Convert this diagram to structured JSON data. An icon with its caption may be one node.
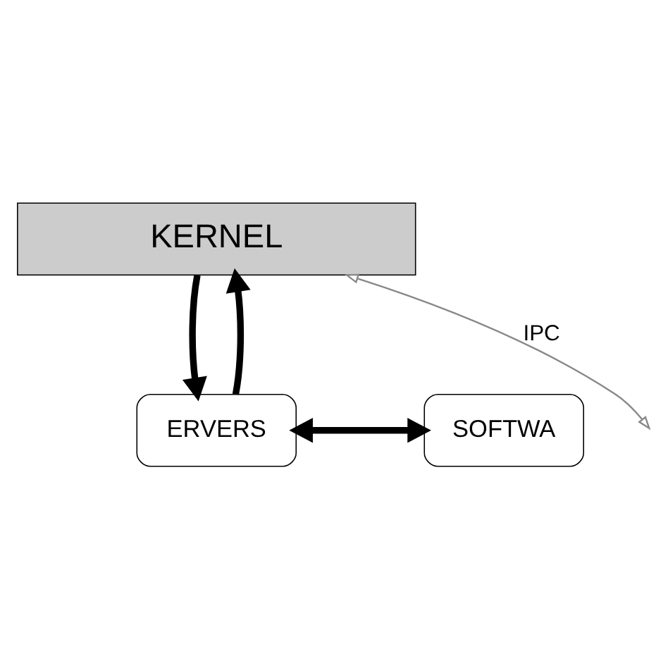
{
  "diagram": {
    "nodes": [
      {
        "text": [
          "KERNEL"
        ]
      },
      {
        "text": [
          "ERVERS"
        ]
      },
      {
        "text": [
          "SOFTWA"
        ]
      }
    ],
    "edges": [
      {
        "from": 0,
        "to": 1,
        "arrow": "to"
      },
      {
        "from": 1,
        "to": 0,
        "arrow": "to"
      },
      {
        "from": 0,
        "to": null,
        "arrow": "both",
        "label": "IPC",
        "color": "#888888"
      },
      {
        "from": 1,
        "to": 2,
        "arrow": "both"
      }
    ]
  }
}
